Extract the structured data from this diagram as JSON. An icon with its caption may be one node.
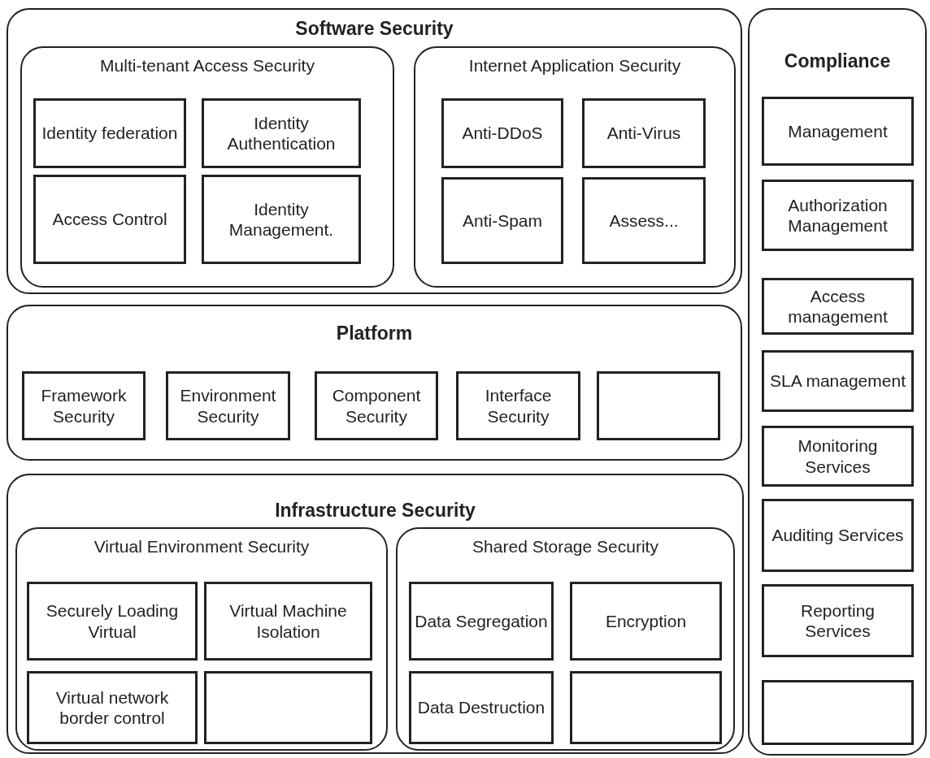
{
  "diagram": {
    "nodes": [
      {
        "text": [
          "Software Security"
        ]
      },
      {
        "text": [
          "Multi-tenant Access Security"
        ],
        "in": 0
      },
      {
        "text": [
          "Identity federation"
        ],
        "in": 1
      },
      {
        "text": [
          "Identity Authentication"
        ],
        "in": 1
      },
      {
        "text": [
          "Access Control"
        ],
        "in": 1
      },
      {
        "text": [
          "Identity Management."
        ],
        "in": 1
      },
      {
        "text": [
          "Internet Application Security"
        ],
        "in": 0
      },
      {
        "text": [
          "Anti-DDoS"
        ],
        "in": 6
      },
      {
        "text": [
          "Anti-Virus"
        ],
        "in": 6
      },
      {
        "text": [
          "Anti-Spam"
        ],
        "in": 6
      },
      {
        "text": [
          "Assess..."
        ],
        "in": 6
      },
      {
        "text": [
          "Platform"
        ]
      },
      {
        "text": [
          "Framework Security"
        ],
        "in": 11
      },
      {
        "text": [
          "Environment Security"
        ],
        "in": 11
      },
      {
        "text": [
          "Component Security"
        ],
        "in": 11
      },
      {
        "text": [
          "Interface Security"
        ],
        "in": 11
      },
      {
        "text": [],
        "shape": "box",
        "in": 11
      },
      {
        "text": [
          "Infrastructure Security"
        ]
      },
      {
        "text": [
          "Virtual Environment Security"
        ],
        "in": 17
      },
      {
        "text": [
          "Securely Loading Virtual"
        ],
        "in": 18
      },
      {
        "text": [
          "Virtual Machine Isolation"
        ],
        "in": 18
      },
      {
        "text": [
          "Virtual network border control"
        ],
        "in": 18
      },
      {
        "text": [],
        "shape": "box",
        "in": 18
      },
      {
        "text": [
          "Shared Storage Security"
        ],
        "in": 17
      },
      {
        "text": [
          "Data Segregation"
        ],
        "in": 23
      },
      {
        "text": [
          "Encryption"
        ],
        "in": 23
      },
      {
        "text": [
          "Data Destruction"
        ],
        "in": 23
      },
      {
        "text": [],
        "shape": "box",
        "in": 23
      },
      {
        "text": [
          "Compliance"
        ]
      },
      {
        "text": [
          "Management"
        ],
        "in": 28
      },
      {
        "text": [
          "Authorization Management"
        ],
        "in": 28
      },
      {
        "text": [
          "Access management"
        ],
        "in": 28
      },
      {
        "text": [
          "SLA management"
        ],
        "in": 28
      },
      {
        "text": [
          "Monitoring Services"
        ],
        "in": 28
      },
      {
        "text": [
          "Auditing Services"
        ],
        "in": 28
      },
      {
        "text": [
          "Reporting Services"
        ],
        "in": 28
      },
      {
        "text": [],
        "shape": "box",
        "in": 28
      }
    ],
    "edges": []
  }
}
